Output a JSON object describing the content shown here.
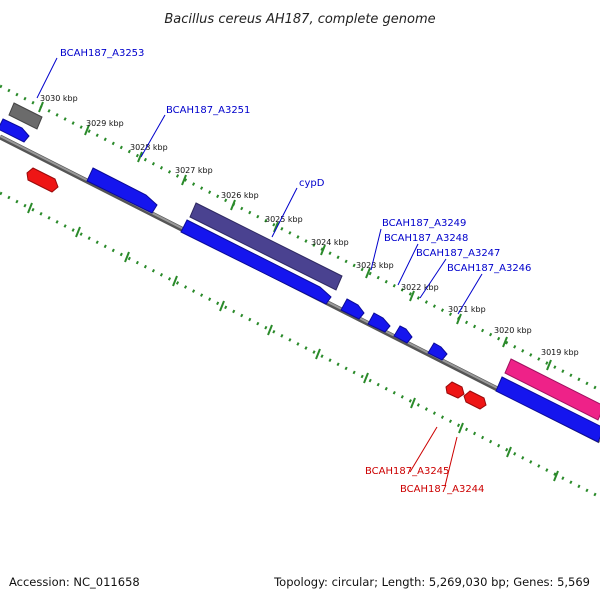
{
  "title": "Bacillus cereus AH187, complete genome",
  "footer": {
    "accession": "Accession: NC_011658",
    "topology": "Topology: circular; Length: 5,269,030 bp; Genes: 5,569"
  },
  "colors": {
    "forward_label": "#0000cc",
    "reverse_label": "#cc0000",
    "tick": "#2a8a2a",
    "backbone": "#777777",
    "forward_cds": "#1515ee",
    "reverse_cds": "#ee1515",
    "pseudo": "#666666",
    "cypD": "#4a4290",
    "magenta": "#ee2288"
  },
  "ticks": [
    {
      "label": "3030 kbp"
    },
    {
      "label": "3029 kbp"
    },
    {
      "label": "3028 kbp"
    },
    {
      "label": "3027 kbp"
    },
    {
      "label": "3026 kbp"
    },
    {
      "label": "3025 kbp"
    },
    {
      "label": "3024 kbp"
    },
    {
      "label": "3023 kbp"
    },
    {
      "label": "3022 kbp"
    },
    {
      "label": "3021 kbp"
    },
    {
      "label": "3020 kbp"
    },
    {
      "label": "3019 kbp"
    }
  ],
  "gene_labels": {
    "a3253": "BCAH187_A3253",
    "a3251": "BCAH187_A3251",
    "cypd": "cypD",
    "a3249": "BCAH187_A3249",
    "a3248": "BCAH187_A3248",
    "a3247": "BCAH187_A3247",
    "a3246": "BCAH187_A3246",
    "a3245": "BCAH187_A3245",
    "a3244": "BCAH187_A3244"
  }
}
